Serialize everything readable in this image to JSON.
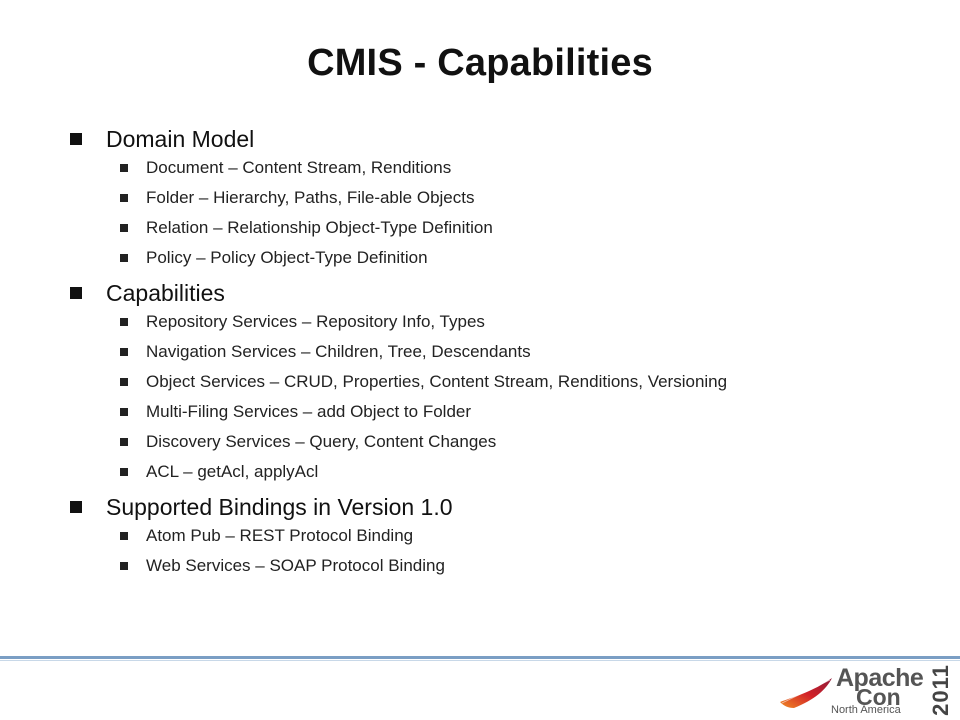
{
  "slide": {
    "title": "CMIS - Capabilities",
    "sections": [
      {
        "heading": "Domain Model",
        "items": [
          "Document – Content Stream, Renditions",
          "Folder – Hierarchy, Paths, File-able Objects",
          "Relation – Relationship Object-Type Definition",
          "Policy – Policy Object-Type Definition"
        ]
      },
      {
        "heading": "Capabilities",
        "items": [
          "Repository Services – Repository Info, Types",
          "Navigation Services – Children, Tree, Descendants",
          "Object Services – CRUD, Properties, Content Stream, Renditions, Versioning",
          "Multi-Filing Services – add Object to Folder",
          "Discovery Services – Query, Content Changes",
          "ACL – getAcl, applyAcl"
        ]
      },
      {
        "heading": "Supported Bindings in Version 1.0",
        "items": [
          "Atom Pub – REST Protocol Binding",
          "Web Services – SOAP Protocol Binding"
        ]
      }
    ]
  },
  "logo": {
    "word1": "Apache",
    "word2": "Con",
    "region": "North America",
    "year": "2011",
    "colors": {
      "text": "#555555",
      "feather_red": "#d22128",
      "feather_orange": "#f08a24"
    }
  },
  "colors": {
    "footer_rule": "#7a9ec4"
  }
}
